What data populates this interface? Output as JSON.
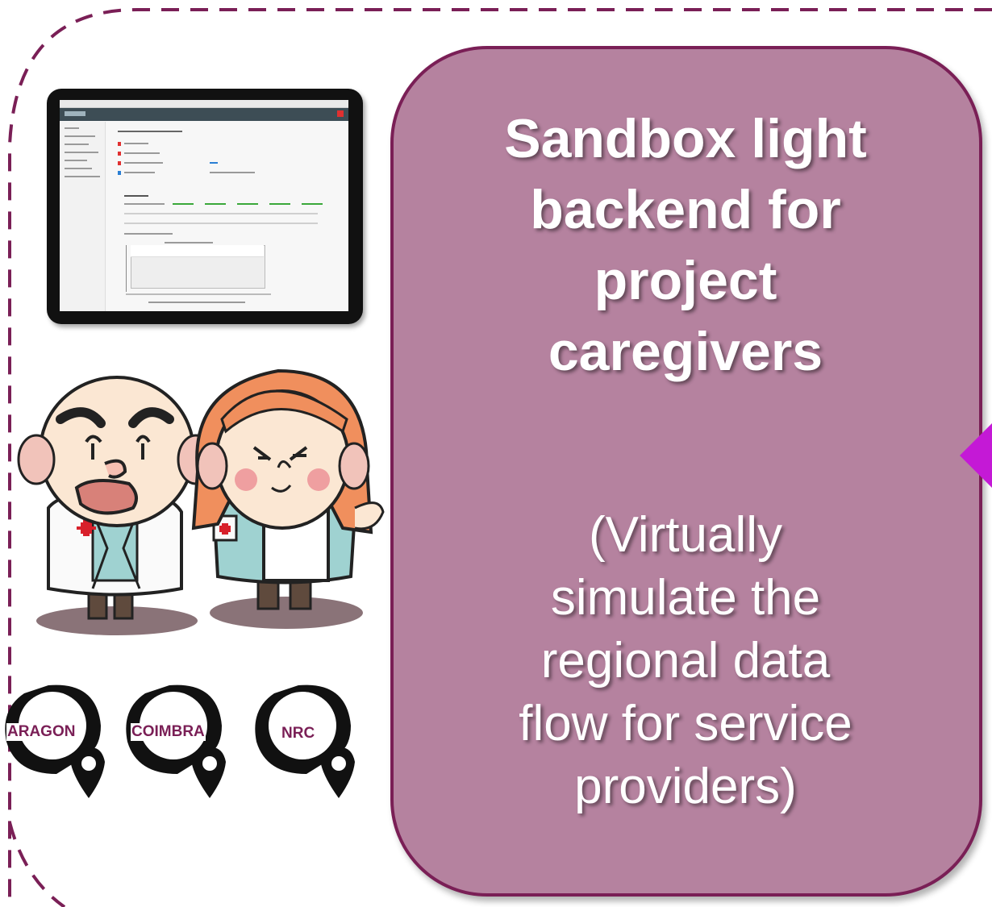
{
  "callout": {
    "title_lines": [
      "Sandbox light",
      "backend for",
      "project",
      "caregivers"
    ],
    "subtitle_lines": [
      "(Virtually",
      "simulate the",
      "regional data",
      "flow for service",
      "providers)"
    ]
  },
  "regions": [
    {
      "label": "ARAGON"
    },
    {
      "label": "COIMBRA"
    },
    {
      "label": "NRC"
    }
  ],
  "colors": {
    "callout_fill": "#b5829f",
    "callout_border": "#7a1f56",
    "dashed_frame": "#7a1f56",
    "arrow": "#c419d6",
    "region_label": "#7a1f56"
  },
  "icons": [
    "dashboard-screenshot",
    "doctor-character",
    "nurse-character",
    "aragon-location-icon",
    "coimbra-location-icon",
    "nrc-location-icon"
  ]
}
